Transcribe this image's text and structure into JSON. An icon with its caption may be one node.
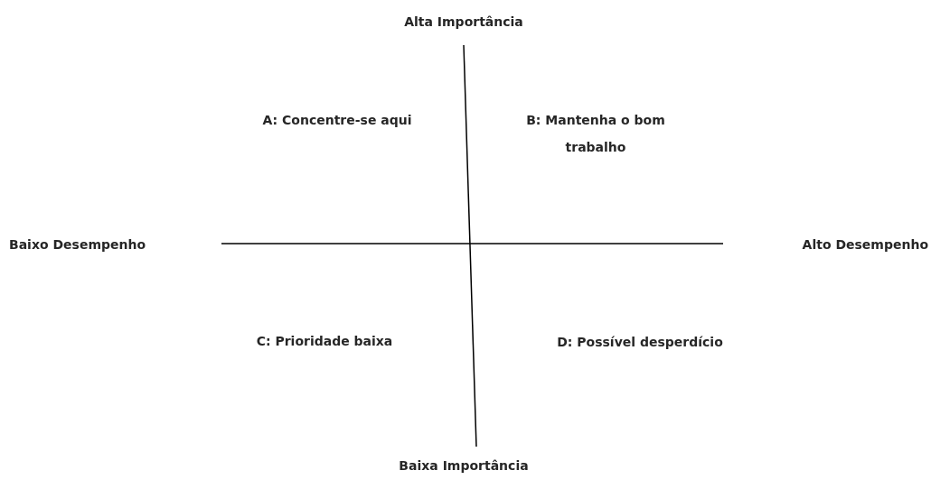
{
  "diagram": {
    "labels": [
      "Alta Importância",
      "A: Concentre-se aqui",
      "B: Mantenha o bom trabalho",
      "Baixo Desempenho",
      "Alto Desempenho",
      "C: Prioridade baixa",
      "D: Possível desperdício",
      "Baixa Importância"
    ]
  }
}
